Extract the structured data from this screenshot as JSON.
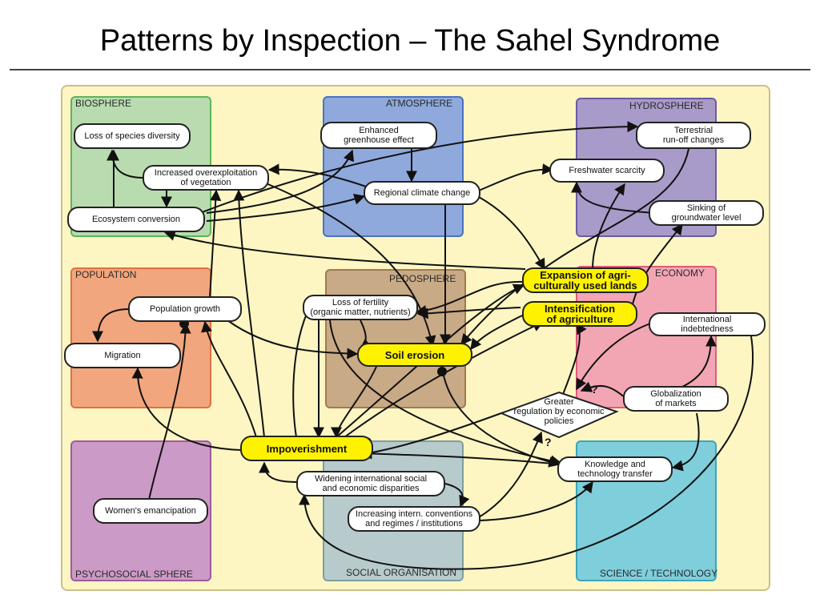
{
  "title": "Patterns by Inspection – The Sahel Syndrome",
  "spheres": {
    "biosphere": "BIOSPHERE",
    "atmosphere": "ATMOSPHERE",
    "hydrosphere": "HYDROSPHERE",
    "population": "POPULATION",
    "pedosphere": "PEDOSPHERE",
    "economy": "ECONOMY",
    "psychosocial": "PSYCHOSOCIAL SPHERE",
    "social": "SOCIAL ORGANISATION",
    "science": "SCIENCE / TECHNOLOGY"
  },
  "nodes": {
    "species": "Loss of species diversity",
    "overexploit": "Increased overexploitation\nof vegetation",
    "ecosystem": "Ecosystem conversion",
    "greenhouse": "Enhanced\ngreenhouse effect",
    "regional": "Regional climate change",
    "runoff": "Terrestrial\nrun-off changes",
    "freshwater": "Freshwater scarcity",
    "groundwater": "Sinking of\ngroundwater level",
    "popgrowth": "Population growth",
    "migration": "Migration",
    "fertility": "Loss of fertility\n(organic matter, nutrients)",
    "erosion": "Soil erosion",
    "expansion": "Expansion of agri-\nculturally used lands",
    "intensification": "Intensification\nof agriculture",
    "indebtedness": "International\nindebtedness",
    "globalization": "Globalization\nof markets",
    "regulation": "Greater\nregulation by economic\npolicies",
    "impoverishment": "Impoverishment",
    "women": "Women's emancipation",
    "disparities": "Widening international social\nand economic disparities",
    "conventions": "Increasing intern. conventions\nand regimes / institutions",
    "knowledge": "Knowledge and\ntechnology transfer"
  },
  "question_marks": [
    "?",
    "?"
  ],
  "colors": {
    "biosphere": "#b8dcb0",
    "atmosphere": "#8fa9dc",
    "hydrosphere": "#a99bc9",
    "population": "#f2a67e",
    "pedosphere": "#c9aa86",
    "economy": "#f2a6b4",
    "psychosocial": "#cc9ac6",
    "social": "#b8cbcc",
    "science": "#7fcedb",
    "core": "#fff200"
  }
}
